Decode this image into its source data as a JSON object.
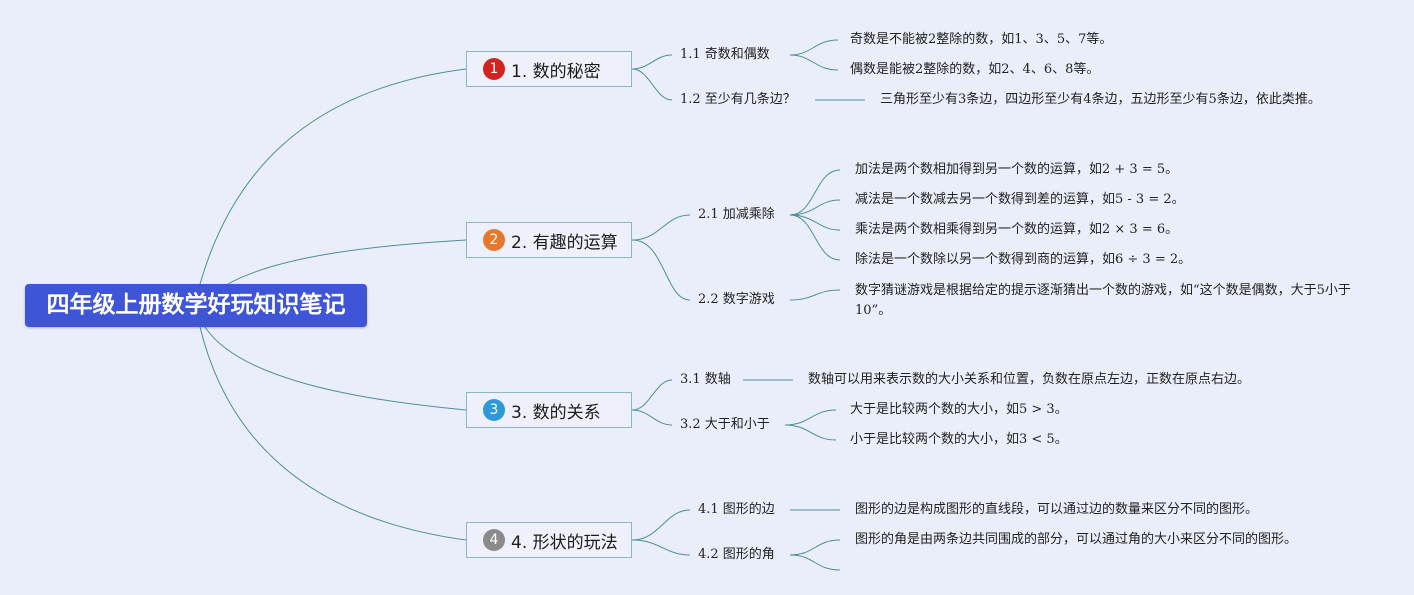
{
  "title": "四年级上册数学好玩知识笔记",
  "colors": {
    "background": "#eaeefb",
    "root": "#3e55d7",
    "connector": "#4d8f95",
    "badges": [
      "#d2231f",
      "#e5782a",
      "#2c99d8",
      "#8a8a8a"
    ]
  },
  "branches": [
    {
      "number": "1",
      "label": "1. 数的秘密",
      "subs": [
        {
          "label": "1.1 奇数和偶数",
          "leaves": [
            "奇数是不能被2整除的数，如1、3、5、7等。",
            "偶数是能被2整除的数，如2、4、6、8等。"
          ]
        },
        {
          "label": "1.2 至少有几条边？",
          "leaves": [
            "三角形至少有3条边，四边形至少有4条边，五边形至少有5条边，依此类推。"
          ]
        }
      ]
    },
    {
      "number": "2",
      "label": "2. 有趣的运算",
      "subs": [
        {
          "label": "2.1 加减乘除",
          "leaves": [
            "加法是两个数相加得到另一个数的运算，如2 + 3 = 5。",
            "减法是一个数减去另一个数得到差的运算，如5 - 3 = 2。",
            "乘法是两个数相乘得到另一个数的运算，如2 × 3 = 6。",
            "除法是一个数除以另一个数得到商的运算，如6 ÷ 3 = 2。"
          ]
        },
        {
          "label": "2.2 数字游戏",
          "leaves": [
            "数字猜谜游戏是根据给定的提示逐渐猜出一个数的游戏，如“这个数是偶数，大于5小于10”。"
          ]
        }
      ]
    },
    {
      "number": "3",
      "label": "3. 数的关系",
      "subs": [
        {
          "label": "3.1 数轴",
          "leaves": [
            "数轴可以用来表示数的大小关系和位置，负数在原点左边，正数在原点右边。"
          ]
        },
        {
          "label": "3.2 大于和小于",
          "leaves": [
            "大于是比较两个数的大小，如5 > 3。",
            "小于是比较两个数的大小，如3 < 5。"
          ]
        }
      ]
    },
    {
      "number": "4",
      "label": "4. 形状的玩法",
      "subs": [
        {
          "label": "4.1 图形的边",
          "leaves": [
            "图形的边是构成图形的直线段，可以通过边的数量来区分不同的图形。"
          ]
        },
        {
          "label": "4.2 图形的角",
          "leaves": [
            "图形的角是由两条边共同围成的部分，可以通过角的大小来区分不同的图形。"
          ]
        }
      ]
    }
  ]
}
